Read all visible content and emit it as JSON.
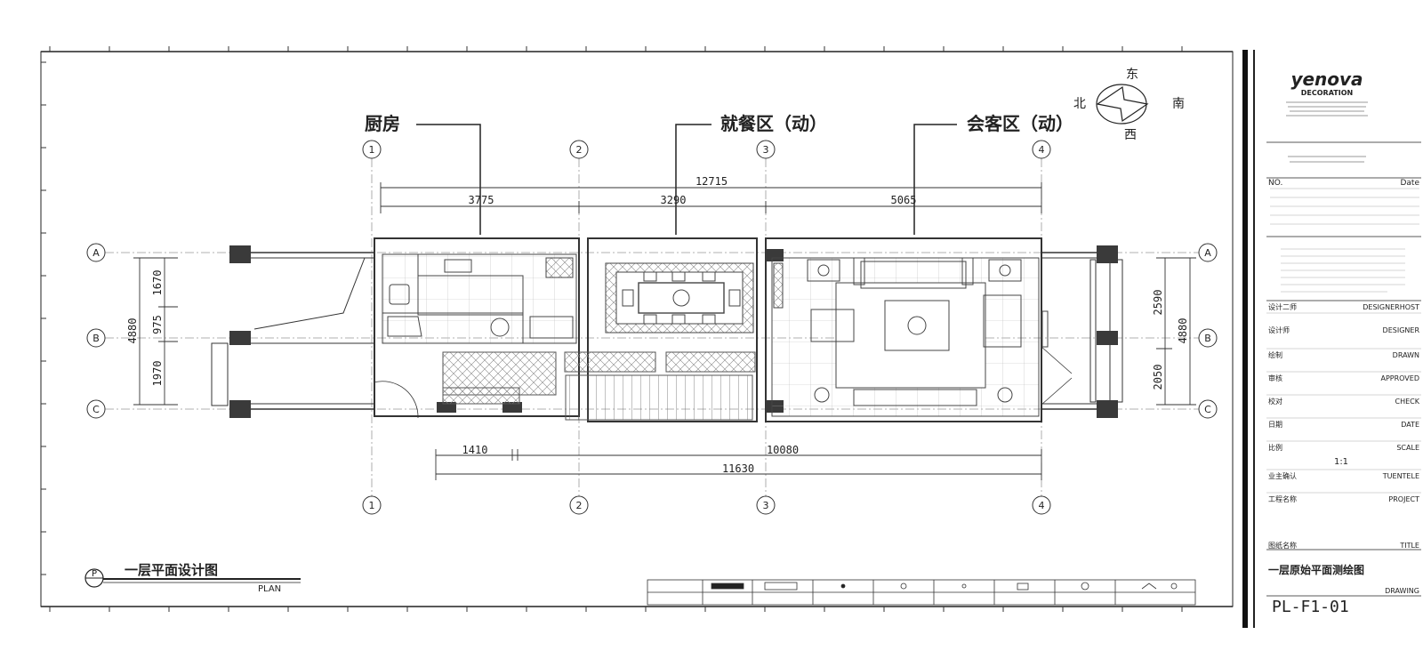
{
  "zones": {
    "kitchen": "厨房",
    "dining": "就餐区（动）",
    "living": "会客区（动）"
  },
  "compass": {
    "east": "东",
    "south": "南",
    "west": "西",
    "north": "北"
  },
  "axes": {
    "columns": [
      "1",
      "2",
      "3",
      "4"
    ],
    "rows": [
      "A",
      "B",
      "C"
    ]
  },
  "dims": {
    "top_total": "12715",
    "top_1": "3775",
    "top_2": "3290",
    "top_3": "5065",
    "bottom_1": "1410",
    "bottom_2": "10080",
    "bottom_total": "11630",
    "left_total": "4880",
    "left_1": "1670",
    "left_2": "975",
    "left_3": "1970",
    "right_total": "4880",
    "right_1": "2590",
    "right_2": "2050"
  },
  "plan_title": {
    "symbol": "P",
    "title": "一层平面设计图",
    "subtitle": "PLAN"
  },
  "title_block": {
    "brand": "yenova",
    "brand_sub": "DECORATION",
    "fields": [
      {
        "cn": "设计二师",
        "en": "DESIGNERHOST"
      },
      {
        "cn": "设计师",
        "en": "DESIGNER"
      },
      {
        "cn": "绘制",
        "en": "DRAWN"
      },
      {
        "cn": "审核",
        "en": "APPROVED"
      },
      {
        "cn": "校对",
        "en": "CHECK"
      },
      {
        "cn": "日期",
        "en": "DATE"
      },
      {
        "cn": "比例",
        "en": "SCALE"
      },
      {
        "cn": "业主确认",
        "en": "TUENTELE"
      },
      {
        "cn": "工程名称",
        "en": "PROJECT"
      },
      {
        "cn": "图纸名称",
        "en": "TITLE"
      }
    ],
    "no_label": "NO.",
    "date_label": "Date",
    "scale_value": "1:1",
    "drawing_name": "一层原始平面测绘图",
    "drawing_no_label": "DRAWING",
    "drawing_no": "PL-F1-01"
  },
  "colors": {
    "line": "#1a1a1a",
    "wall": "#444444",
    "column": "#333333",
    "hatch": "#777777"
  }
}
